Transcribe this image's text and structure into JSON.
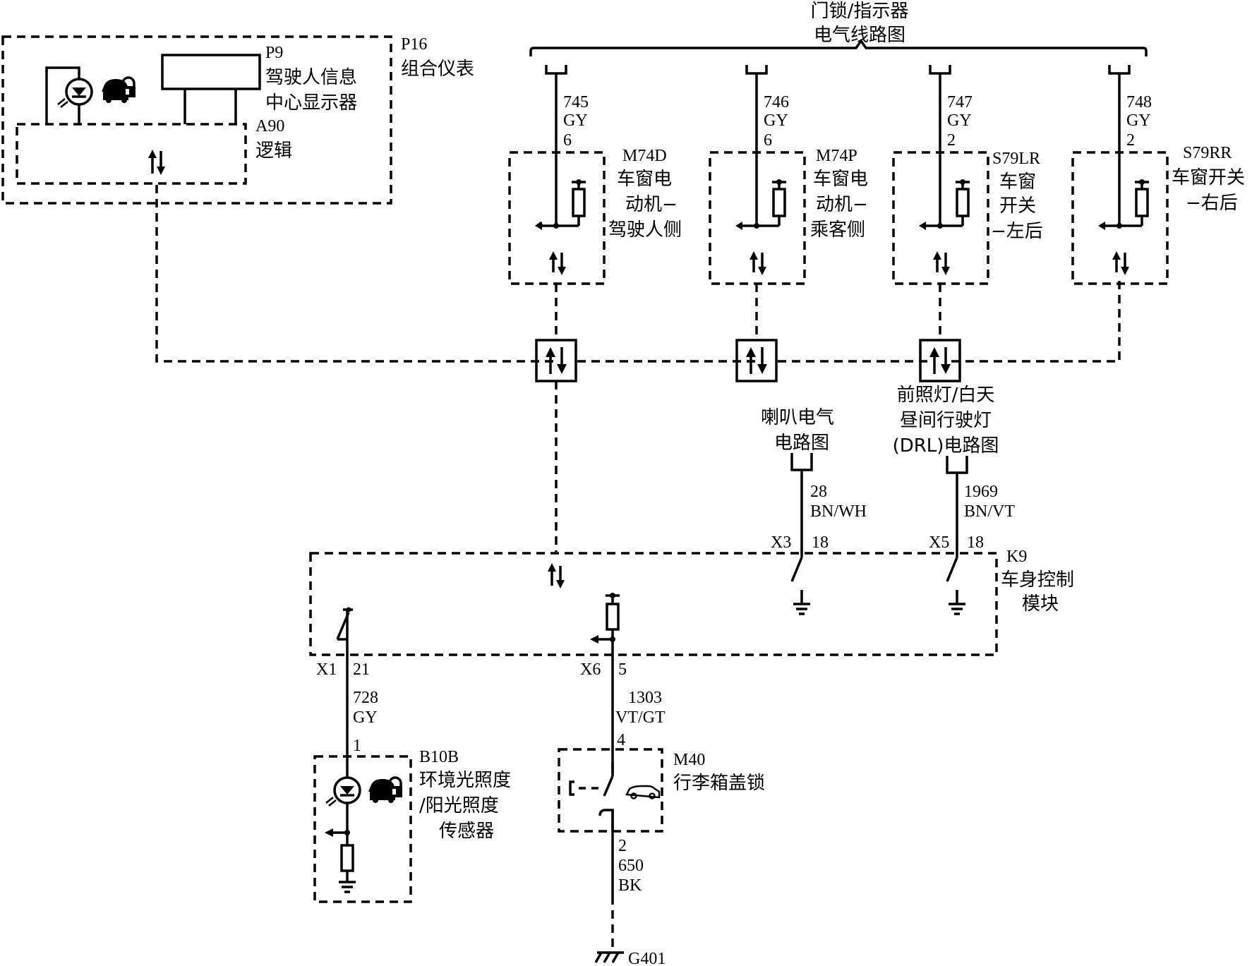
{
  "header": {
    "line1": "门锁/指示器",
    "line2": "电气线路图"
  },
  "p16": {
    "id": "P16",
    "name": "组合仪表"
  },
  "p9": {
    "id": "P9",
    "name_line1": "驾驶人信息",
    "name_line2": "中心显示器"
  },
  "a90": {
    "id": "A90",
    "name": "逻辑"
  },
  "wires_top": [
    {
      "circuit": "745",
      "color": "GY",
      "pin": "6"
    },
    {
      "circuit": "746",
      "color": "GY",
      "pin": "6"
    },
    {
      "circuit": "747",
      "color": "GY",
      "pin": "2"
    },
    {
      "circuit": "748",
      "color": "GY",
      "pin": "2"
    }
  ],
  "modules": [
    {
      "id": "M74D",
      "lines": [
        "车窗电",
        "动机−",
        "驾驶人侧"
      ]
    },
    {
      "id": "M74P",
      "lines": [
        "车窗电",
        "动机−",
        "乘客侧"
      ]
    },
    {
      "id": "S79LR",
      "lines": [
        "车窗",
        "开关",
        "−左后"
      ]
    },
    {
      "id": "S79RR",
      "lines": [
        "车窗开关",
        "−右后"
      ]
    }
  ],
  "horn_ref": {
    "line1": "喇叭电气",
    "line2": "电路图"
  },
  "drl_ref": {
    "line1": "前照灯/白天",
    "line2": "昼间行驶灯",
    "line3": "(DRL)电路图"
  },
  "wire_28": {
    "circuit": "28",
    "color": "BN/WH",
    "connector": "X3",
    "pin": "18"
  },
  "wire_1969": {
    "circuit": "1969",
    "color": "BN/VT",
    "connector": "X5",
    "pin": "18"
  },
  "k9": {
    "id": "K9",
    "name_line1": "车身控制",
    "name_line2": "模块"
  },
  "wire_728": {
    "connector": "X1",
    "pin": "21",
    "circuit": "728",
    "color": "GY",
    "pin_sensor": "1"
  },
  "wire_1303": {
    "connector": "X6",
    "pin": "5",
    "circuit": "1303",
    "color": "VT/GT",
    "pin_lock": "4"
  },
  "b10b": {
    "id": "B10B",
    "name_line1": "环境光照度",
    "name_line2": "/阳光照度",
    "name_line3": "传感器"
  },
  "m40": {
    "id": "M40",
    "name": "行李箱盖锁"
  },
  "wire_650": {
    "pin": "2",
    "circuit": "650",
    "color": "BK"
  },
  "ground": {
    "id": "G401"
  }
}
